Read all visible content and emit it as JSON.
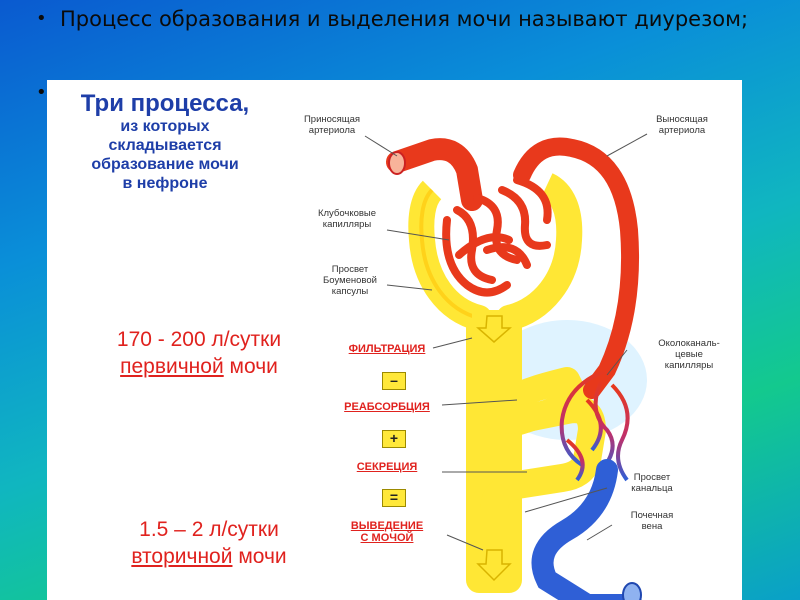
{
  "bullets": [
    "Процесс образования и выделения мочи называют диурезом;",
    ""
  ],
  "diagram": {
    "title_line1": "Три процесса,",
    "title_line2": "из которых",
    "title_line3": "складывается",
    "title_line4": "образование мочи",
    "title_line5": "в нефроне",
    "primary_line1": "170 - 200 л/сутки",
    "primary_line2_underlined": "первичной",
    "primary_line2_rest": "мочи",
    "secondary_line1": "1.5 – 2 л/сутки",
    "secondary_line2_underlined": "вторичной",
    "secondary_line2_rest": "мочи",
    "processes": {
      "filtration": "ФИЛЬТРАЦИЯ",
      "op1": "–",
      "reabsorption": "РЕАБСОРБЦИЯ",
      "op2": "+",
      "secretion": "СЕКРЕЦИЯ",
      "op3": "=",
      "excretion_line1": "ВЫВЕДЕНИЕ",
      "excretion_line2": "С МОЧОЙ"
    },
    "labels": {
      "afferent_1": "Приносящая",
      "afferent_2": "артериола",
      "efferent_1": "Выносящая",
      "efferent_2": "артериола",
      "glomerular_1": "Клубочковые",
      "glomerular_2": "капилляры",
      "bowman_1": "Просвет",
      "bowman_2": "Боуменовой",
      "bowman_3": "капсулы",
      "peritubular_1": "Околоканаль-",
      "peritubular_2": "цевые",
      "peritubular_3": "капилляры",
      "tubule_1": "Просвет",
      "tubule_2": "канальца",
      "vein_1": "Почечная",
      "vein_2": "вена"
    },
    "colors": {
      "artery": "#e8391c",
      "artery_light": "#f58a4a",
      "tubule": "#ffe735",
      "vein": "#2f5fd6",
      "text_red": "#e0221e",
      "text_blue": "#1e3ea8"
    }
  }
}
